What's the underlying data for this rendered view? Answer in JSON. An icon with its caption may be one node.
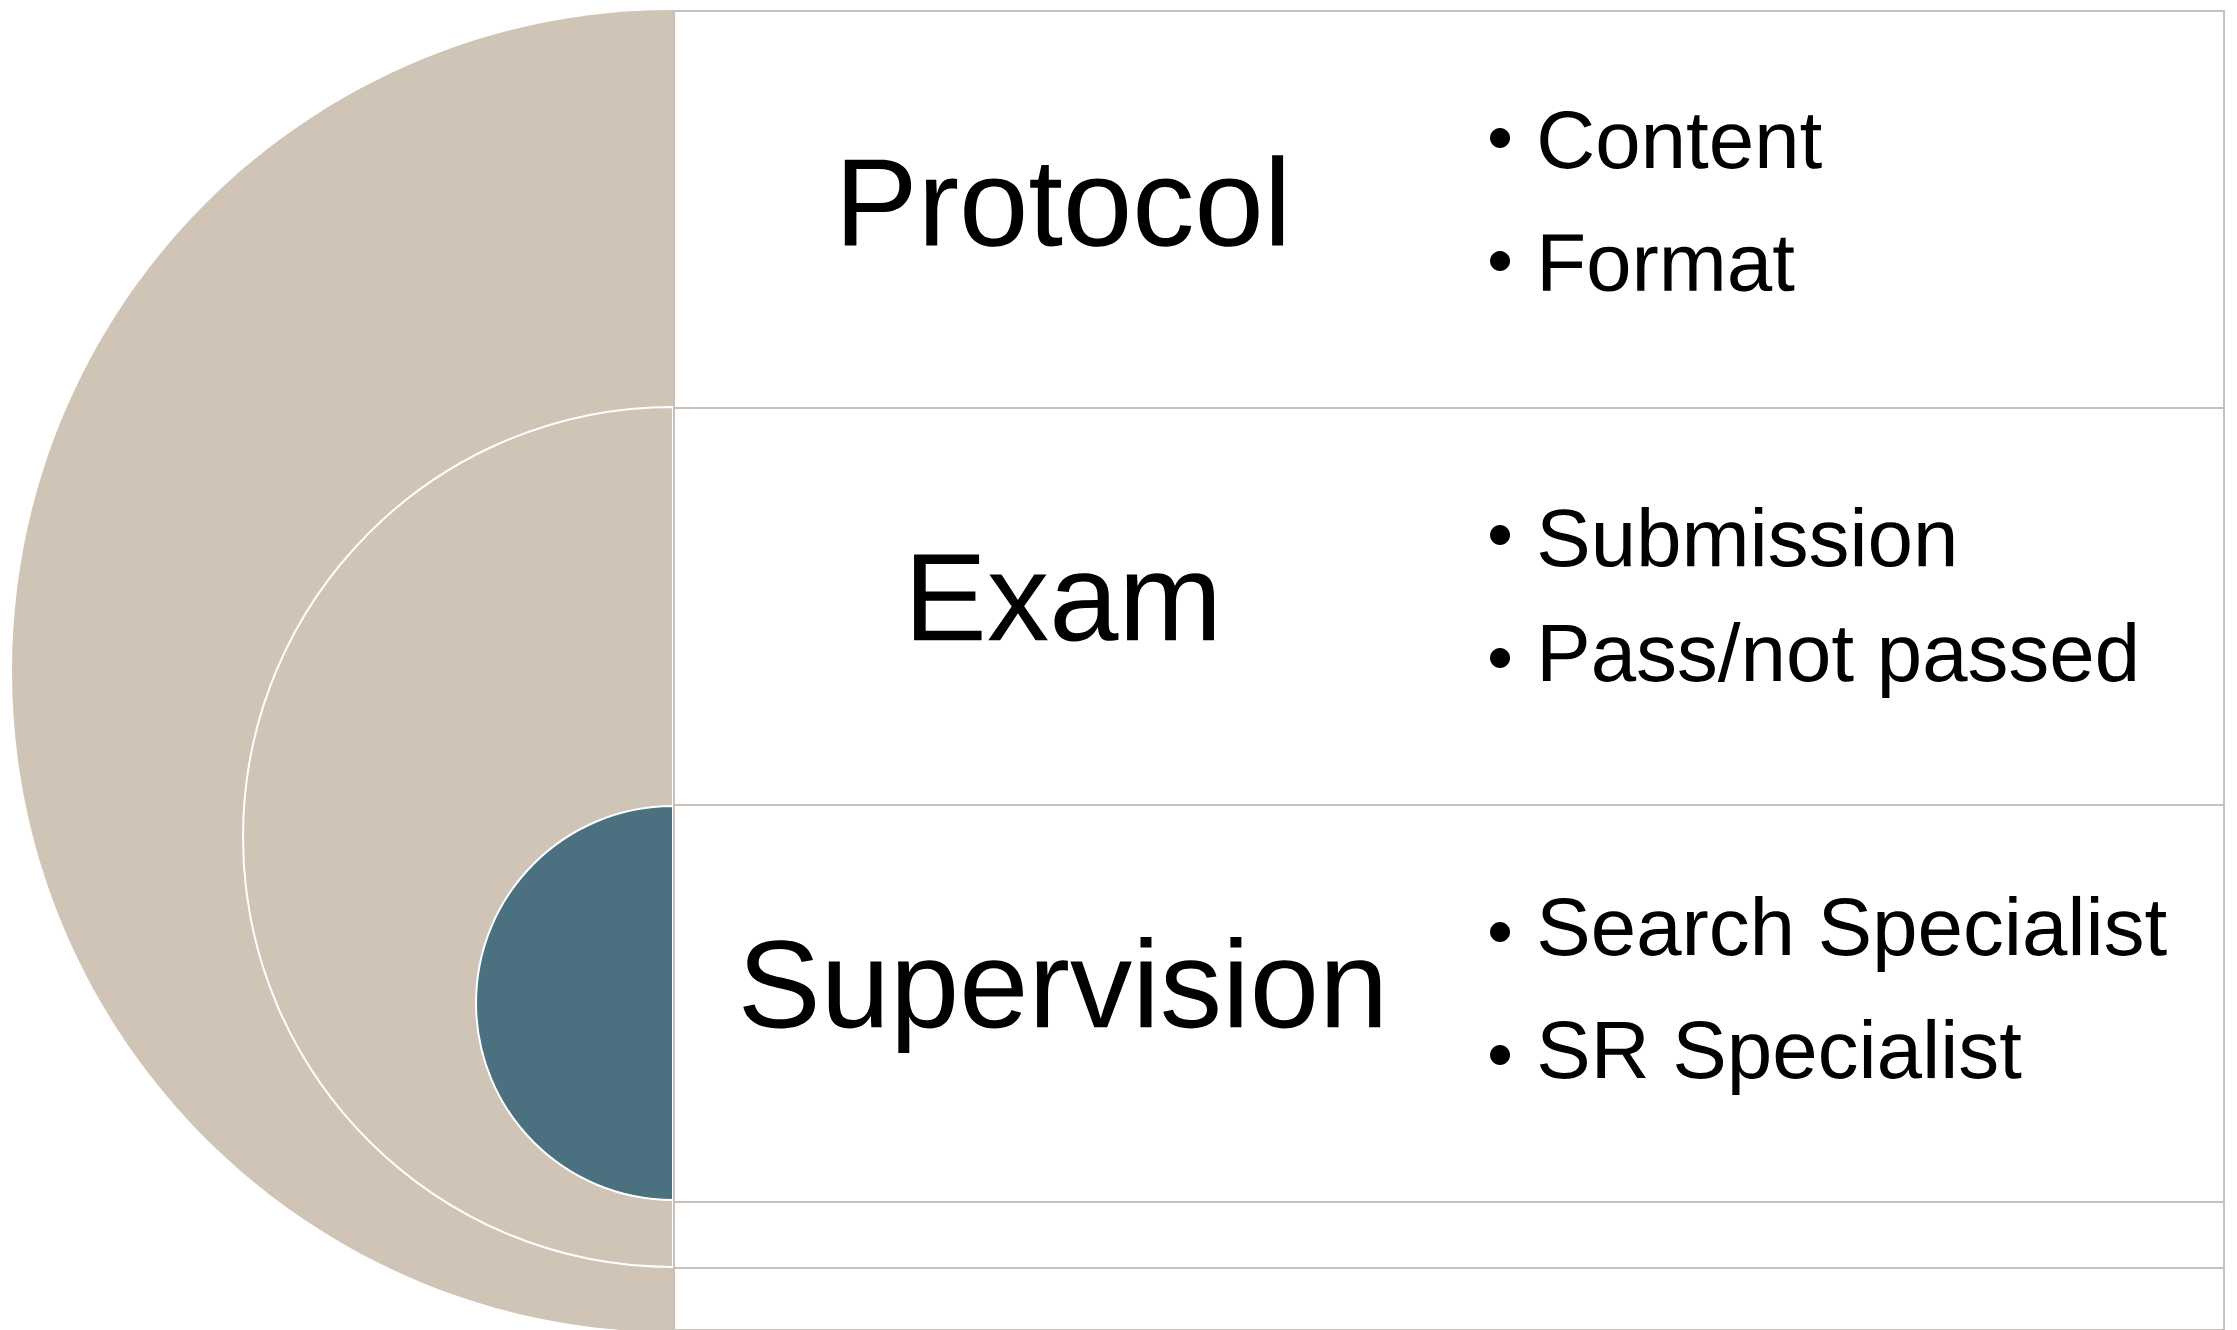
{
  "diagram": {
    "nodes": [
      {
        "text": [
          "Protocol",
          "Content",
          "Format"
        ]
      },
      {
        "text": [
          "Exam",
          "Submission",
          "Pass/not passed"
        ]
      },
      {
        "text": [
          "Supervision",
          "Search Specialist",
          "SR Specialist"
        ]
      },
      {
        "text": [],
        "shape": "box"
      },
      {
        "text": [],
        "shape": "box"
      }
    ]
  }
}
